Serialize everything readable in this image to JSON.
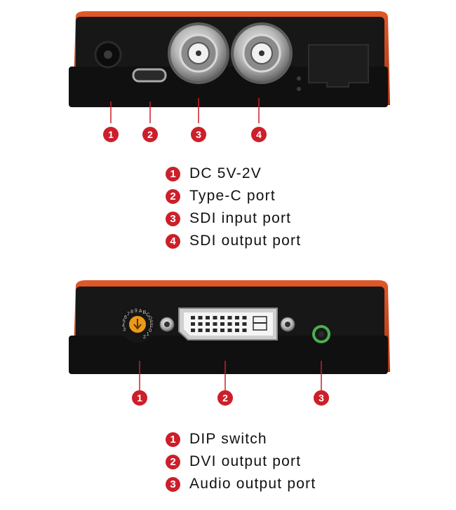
{
  "top_panel": {
    "markers": [
      "1",
      "2",
      "3",
      "4"
    ],
    "legend": [
      {
        "num": "1",
        "label": "DC 5V-2V"
      },
      {
        "num": "2",
        "label": "Type-C port"
      },
      {
        "num": "3",
        "label": "SDI input port"
      },
      {
        "num": "4",
        "label": "SDI output port"
      }
    ]
  },
  "bottom_panel": {
    "dial_text": "3456789ABCDEF012",
    "markers": [
      "1",
      "2",
      "3"
    ],
    "legend": [
      {
        "num": "1",
        "label": "DIP switch"
      },
      {
        "num": "2",
        "label": "DVI output port"
      },
      {
        "num": "3",
        "label": "Audio output port"
      }
    ]
  },
  "colors": {
    "casing_orange": "#c9481e",
    "panel_black": "#161616",
    "marker_red": "#cc1f2a",
    "audio_green": "#4caf50"
  }
}
